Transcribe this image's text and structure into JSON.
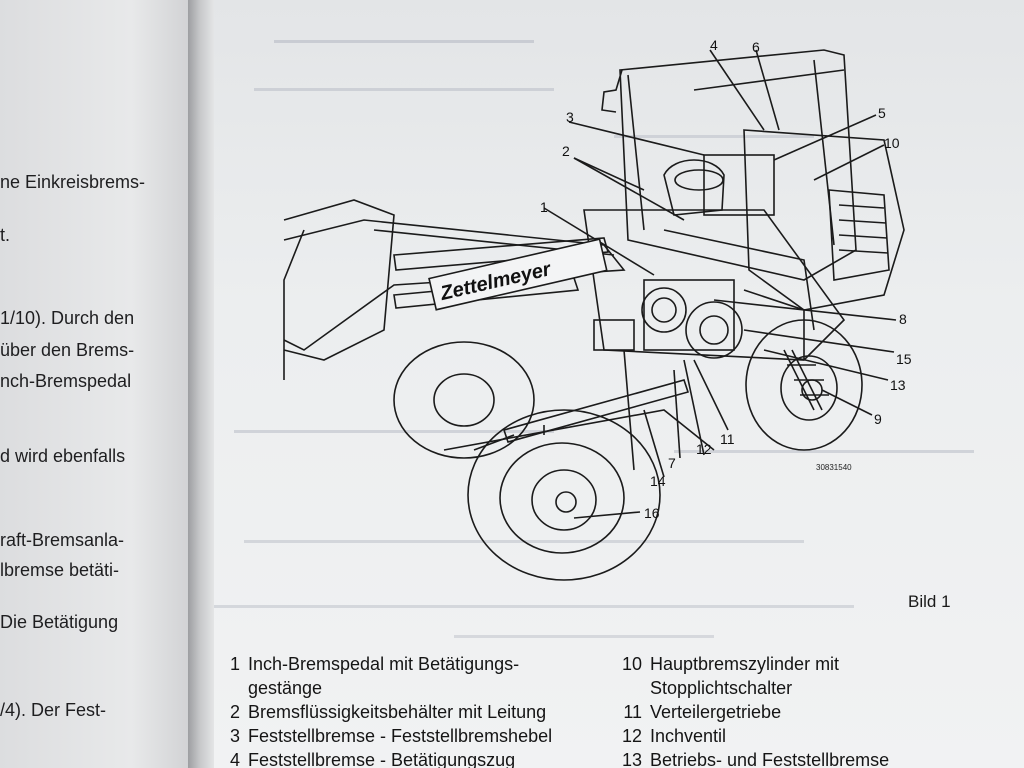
{
  "left_page": {
    "fragments": [
      "ne Einkreisbrems-",
      "t.",
      "1/10). Durch den",
      "über den Brems-",
      "nch-Bremspedal",
      "d wird ebenfalls",
      "raft-Bremsanla-",
      "lbremse betäti-",
      "Die Betätigung",
      "/4). Der Fest-"
    ]
  },
  "figure": {
    "brand_label": "Zettelmeyer",
    "code_label": "30831540",
    "caption": "Bild 1",
    "callouts": [
      "1",
      "2",
      "3",
      "4",
      "6",
      "5",
      "10",
      "8",
      "15",
      "13",
      "9",
      "11",
      "12",
      "7",
      "14",
      "16"
    ]
  },
  "legend": {
    "col1": [
      {
        "num": "1",
        "text": "Inch-Bremspedal mit Betätigungs-"
      },
      {
        "num": "",
        "text": "gestänge"
      },
      {
        "num": "2",
        "text": "Bremsflüssigkeitsbehälter mit Leitung"
      },
      {
        "num": "3",
        "text": "Feststellbremse - Feststellbremshebel"
      },
      {
        "num": "4",
        "text": "Feststellbremse - Betätigungszug"
      }
    ],
    "col2": [
      {
        "num": "10",
        "text": "Hauptbremszylinder mit"
      },
      {
        "num": "",
        "text": "Stopplichtschalter"
      },
      {
        "num": "11",
        "text": "Verteilergetriebe"
      },
      {
        "num": "12",
        "text": "Inchventil"
      },
      {
        "num": "13",
        "text": "Betriebs- und Feststellbremse"
      }
    ]
  }
}
